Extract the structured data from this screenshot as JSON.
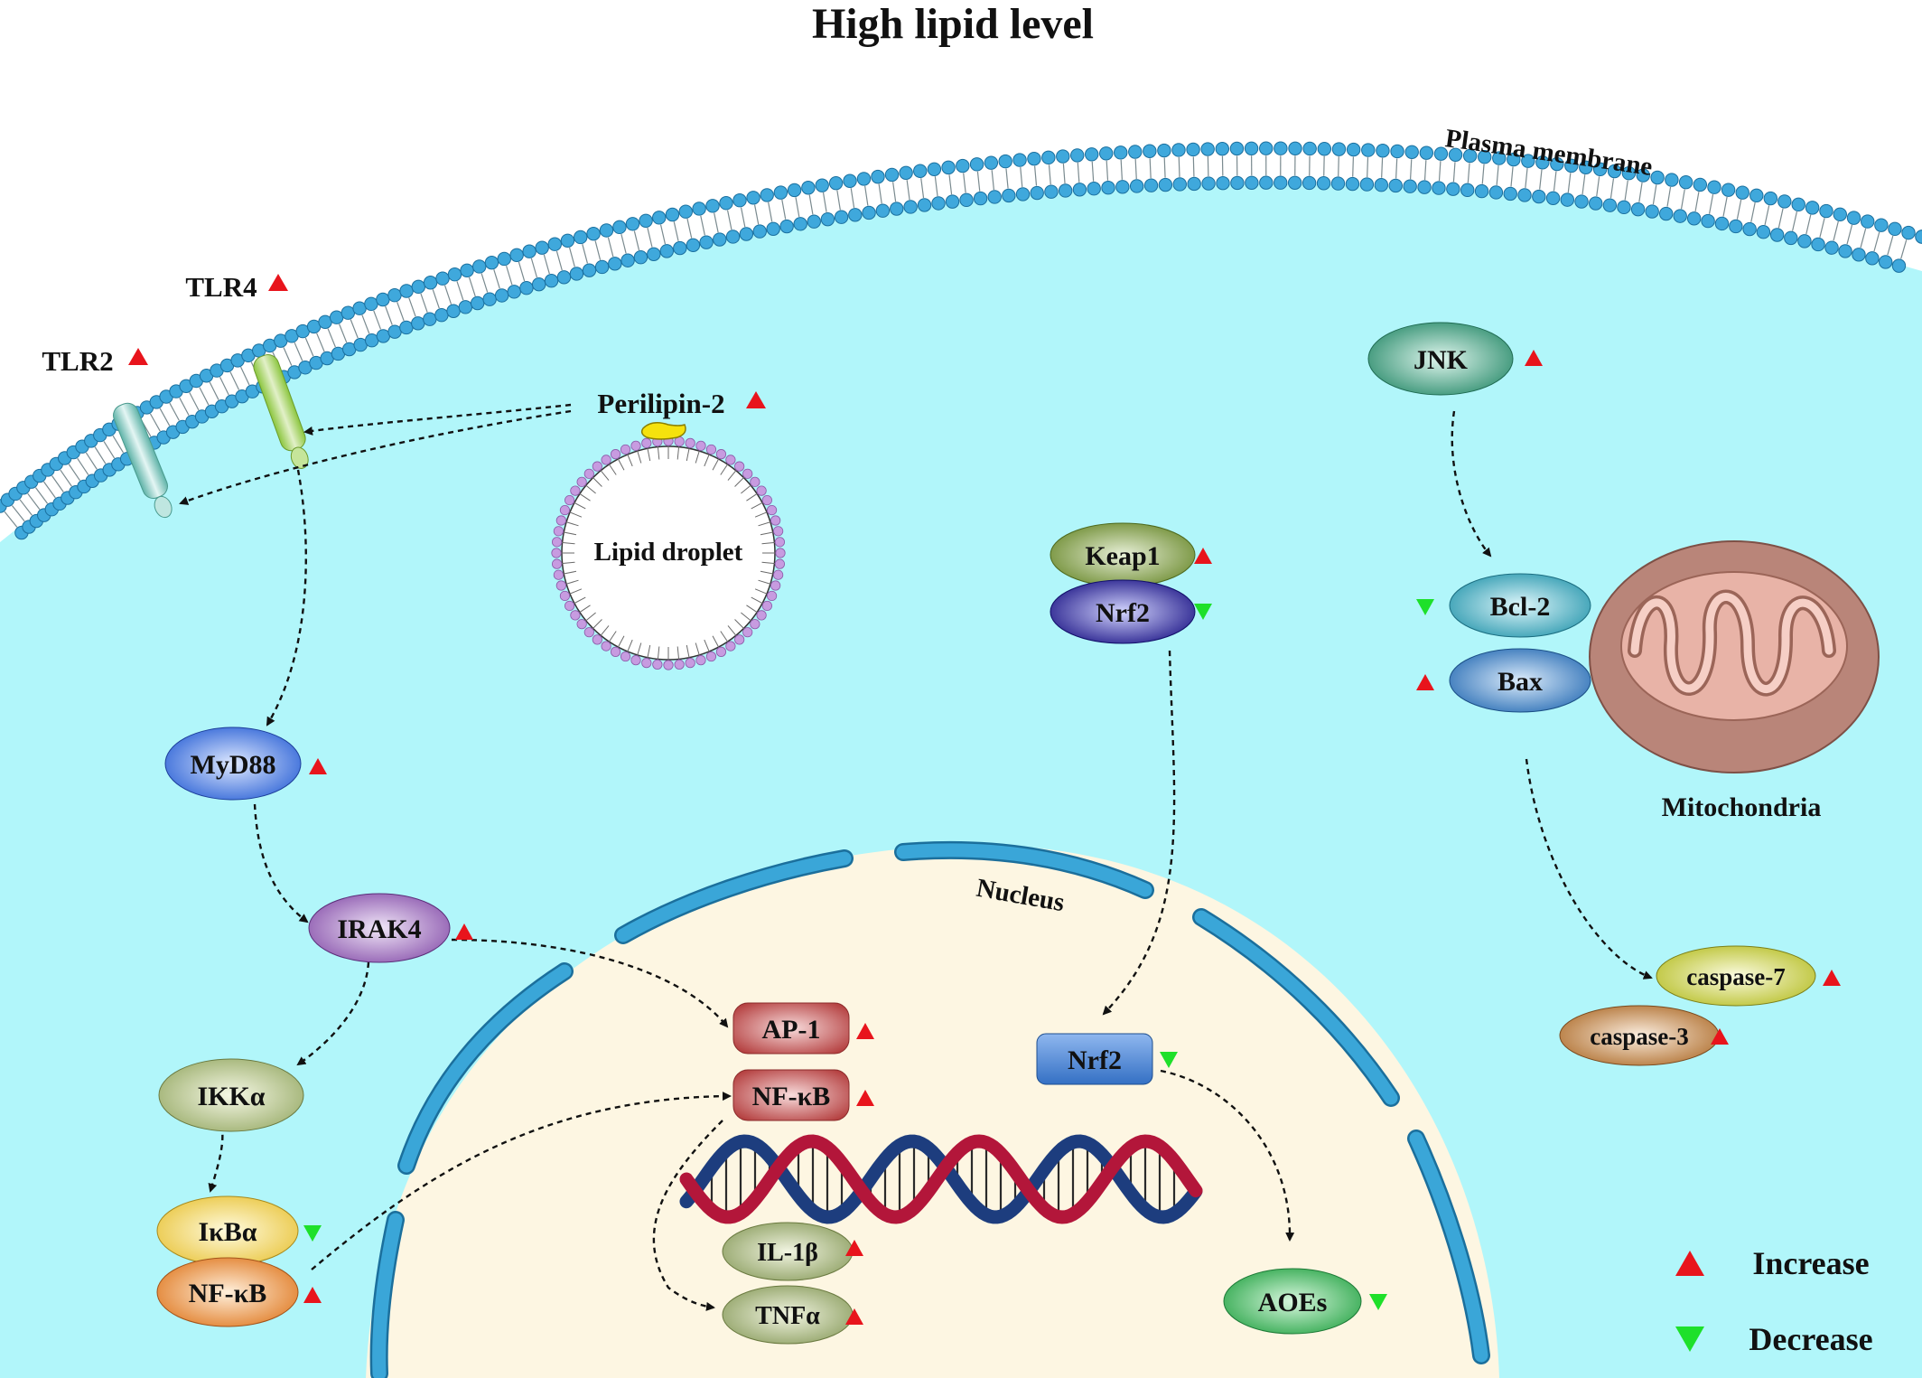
{
  "title": "High lipid level",
  "colors": {
    "cytoplasm": "#b1f6fa",
    "nucleus": "#fdf6e2",
    "membrane_head": "#3fa8dc",
    "membrane_border": "#1a6f9e",
    "droplet_head": "#c79be0",
    "increase": "#e8141c",
    "decrease": "#1ee02a",
    "nuclear_envelope": "#3aa6d8",
    "dna_red": "#b3163a",
    "dna_blue": "#1d3d7e"
  },
  "labels": {
    "plasma_membrane": "Plasma membrane",
    "lipid_droplet": "Lipid droplet",
    "nucleus": "Nucleus",
    "mitochondria": "Mitochondria"
  },
  "receptors": {
    "tlr4": {
      "label": "TLR4",
      "trend": "increase"
    },
    "tlr2": {
      "label": "TLR2",
      "trend": "increase"
    },
    "perilipin": {
      "label": "Perilipin-2",
      "trend": "increase"
    }
  },
  "nodes": {
    "myd88": {
      "label": "MyD88",
      "trend": "increase"
    },
    "irak4": {
      "label": "IRAK4",
      "trend": "increase"
    },
    "ikka": {
      "label": "IKKα",
      "trend": "none"
    },
    "ikba": {
      "label": "IκBα",
      "trend": "decrease"
    },
    "nfkb_cyto": {
      "label": "NF-κB",
      "trend": "increase"
    },
    "ap1": {
      "label": "AP-1",
      "trend": "increase"
    },
    "nfkb_nuc": {
      "label": "NF-κB",
      "trend": "increase"
    },
    "il1b": {
      "label": "IL-1β",
      "trend": "increase"
    },
    "tnfa": {
      "label": "TNFα",
      "trend": "increase"
    },
    "keap1": {
      "label": "Keap1",
      "trend": "increase"
    },
    "nrf2_cyto": {
      "label": "Nrf2",
      "trend": "decrease"
    },
    "nrf2_nuc": {
      "label": "Nrf2",
      "trend": "decrease"
    },
    "aoes": {
      "label": "AOEs",
      "trend": "decrease"
    },
    "jnk": {
      "label": "JNK",
      "trend": "increase"
    },
    "bcl2": {
      "label": "Bcl-2",
      "trend": "decrease"
    },
    "bax": {
      "label": "Bax",
      "trend": "increase"
    },
    "caspase7": {
      "label": "caspase-7",
      "trend": "increase"
    },
    "caspase3": {
      "label": "caspase-3",
      "trend": "increase"
    }
  },
  "legend": {
    "increase": "Increase",
    "decrease": "Decrease"
  }
}
